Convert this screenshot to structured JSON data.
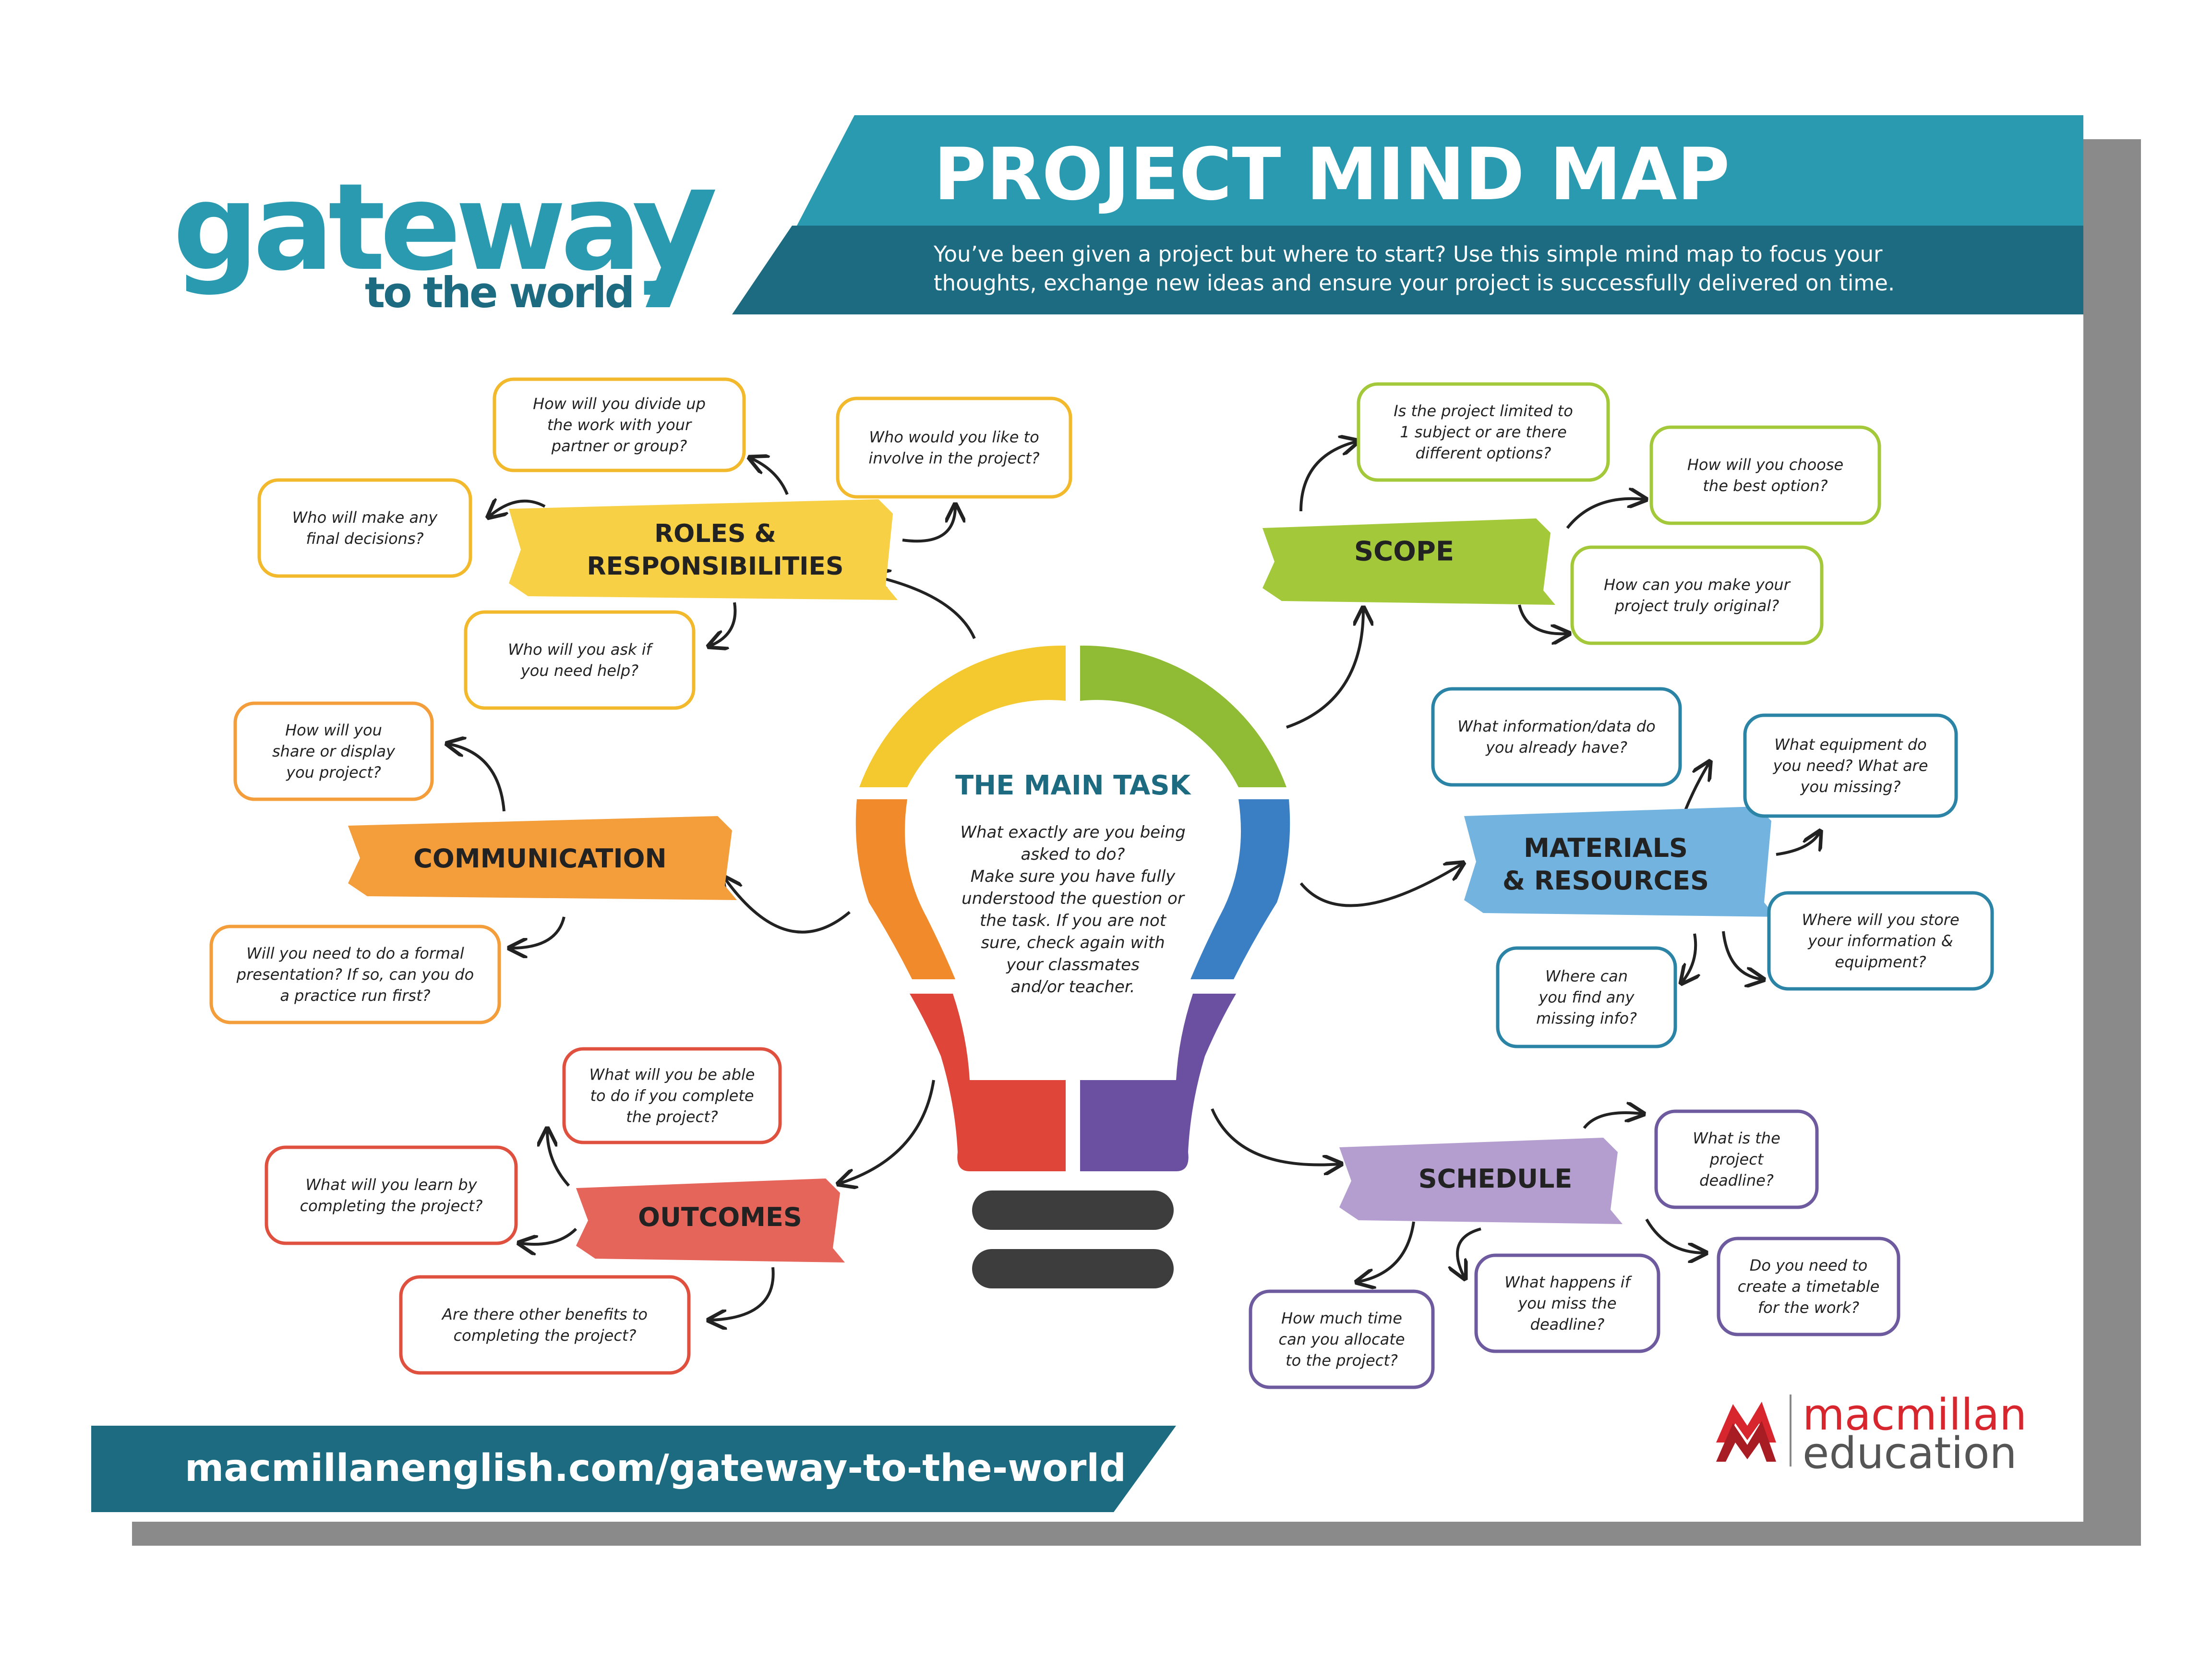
{
  "brand": {
    "logo_main": "gateway",
    "logo_sub": "to the world",
    "publisher_line1": "macmillan",
    "publisher_line2": "education",
    "url": "macmillanenglish.com/gateway-to-the-world"
  },
  "header": {
    "title": "PROJECT MIND MAP",
    "subtitle_line1": "You’ve been given a project but where to start? Use this simple mind map to focus your",
    "subtitle_line2": "thoughts, exchange new ideas and ensure your project is successfully delivered on time."
  },
  "center": {
    "title": "THE MAIN TASK",
    "lines": [
      "What exactly are you being",
      "asked to do?",
      "Make sure you have fully",
      "understood the question or",
      "the task. If you are not",
      "sure, check again with",
      "your classmates",
      "and/or teacher."
    ]
  },
  "branches": {
    "roles": {
      "label_lines": [
        "ROLES &",
        "RESPONSIBILITIES"
      ],
      "q_divide": [
        "How will you divide up",
        "the work with your",
        "partner or group?"
      ],
      "q_involve": [
        "Who would you like to",
        "involve in the project?"
      ],
      "q_decisions": [
        "Who will make  any",
        "final decisions?"
      ],
      "q_help": [
        "Who will you ask if",
        "you need help?"
      ]
    },
    "communication": {
      "label_lines": [
        "COMMUNICATION"
      ],
      "q_share": [
        "How will you",
        "share or display",
        "you project?"
      ],
      "q_presentation": [
        "Will you need to do a formal",
        "presentation? If so, can you do",
        "a practice run first?"
      ]
    },
    "outcomes": {
      "label_lines": [
        "OUTCOMES"
      ],
      "q_able": [
        "What will you be able",
        "to do if you complete",
        "the project?"
      ],
      "q_learn": [
        "What will you learn by",
        "completing the project?"
      ],
      "q_benefits": [
        "Are there other benefits to",
        "completing the project?"
      ]
    },
    "scope": {
      "label_lines": [
        "SCOPE"
      ],
      "q_limited": [
        "Is the project limited to",
        "1 subject or are there",
        "different options?"
      ],
      "q_choose": [
        "How will you choose",
        "the best option?"
      ],
      "q_original": [
        "How can you make your",
        "project truly original?"
      ]
    },
    "materials": {
      "label_lines": [
        "MATERIALS",
        "& RESOURCES"
      ],
      "q_have": [
        "What information/data do",
        "you already have?"
      ],
      "q_equipment": [
        "What equipment do",
        "you need? What are",
        "you missing?"
      ],
      "q_store": [
        "Where will you store",
        "your information &",
        "equipment?"
      ],
      "q_find": [
        "Where can",
        "you find any",
        "missing info?"
      ]
    },
    "schedule": {
      "label_lines": [
        "SCHEDULE"
      ],
      "q_deadline": [
        "What is the",
        "project",
        "deadline?"
      ],
      "q_timetable": [
        "Do you need to",
        "create a timetable",
        "for the work?"
      ],
      "q_miss": [
        "What happens if",
        "you miss the",
        "deadline?"
      ],
      "q_time": [
        "How much time",
        "can you allocate",
        "to the project?"
      ]
    }
  },
  "colors": {
    "header_teal": "#2a9ab0",
    "header_dark": "#1d6b80",
    "roles": "#f7d046",
    "roles_border": "#f2b92c",
    "communication": "#f49d3b",
    "outcomes": "#e5655a",
    "outcomes_border": "#e0503f",
    "scope": "#a3c93a",
    "materials": "#73b3e0",
    "materials_border": "#2b84a6",
    "schedule": "#b39ecf",
    "schedule_border": "#6e5a9e",
    "arrow": "#222222"
  }
}
